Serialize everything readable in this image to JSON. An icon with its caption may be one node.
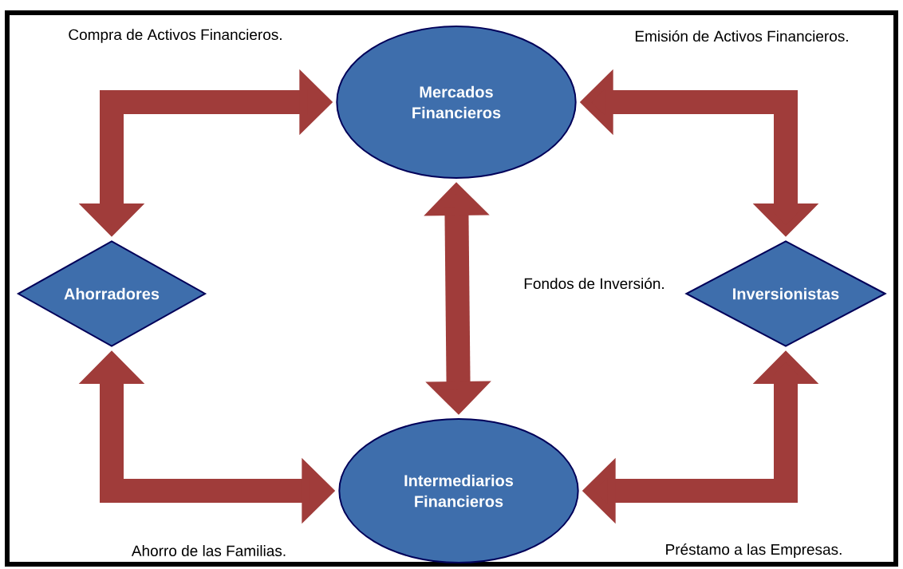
{
  "diagram": {
    "nodes": [
      {
        "text": [
          "Mercados Financieros"
        ]
      },
      {
        "text": [
          "Ahorradores"
        ]
      },
      {
        "text": [
          "Inversionistas"
        ]
      },
      {
        "text": [
          "Intermediarios Financieros"
        ]
      }
    ],
    "edges": [
      {
        "from": 1,
        "to": 0,
        "arrow": "both"
      },
      {
        "from": 2,
        "to": 0,
        "arrow": "both"
      },
      {
        "from": 0,
        "to": 3,
        "arrow": "both"
      },
      {
        "from": 1,
        "to": 3,
        "arrow": "both"
      },
      {
        "from": 2,
        "to": 3,
        "arrow": "both"
      }
    ],
    "labels": [
      "Compra de Activos Financieros.",
      "Emisión de Activos Financieros.",
      "Fondos de Inversión.",
      "Ahorro de las Familias.",
      "Préstamo a las Empresas."
    ]
  }
}
